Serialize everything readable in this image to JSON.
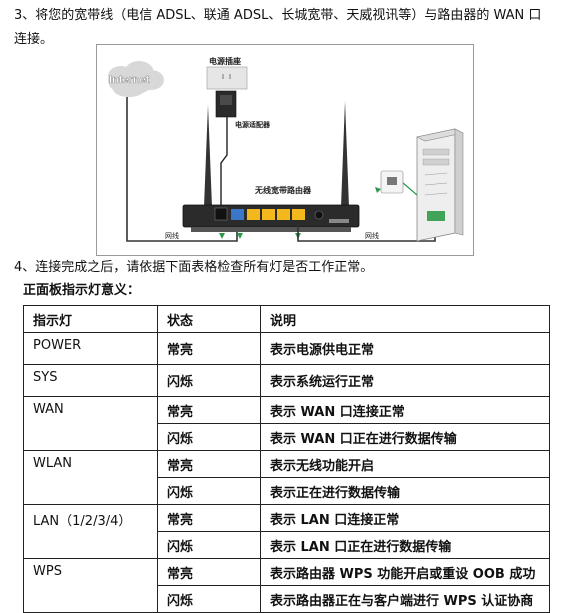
{
  "step3": "3、将您的宽带线（电信 ADSL、联通 ADSL、长城宽带、天威视讯等）与路由器的 WAN 口连接。",
  "figure": {
    "internet": "Internet",
    "power_socket": "电源插座",
    "power_adapter": "电源适配器",
    "router": "无线宽带路由器",
    "cable_left": "网线",
    "cable_right": "网线"
  },
  "step4": "4、连接完成之后，请依据下面表格检查所有灯是否工作正常。",
  "table": {
    "title": "正面板指示灯意义：",
    "headers": [
      "指示灯",
      "状态",
      "说明"
    ],
    "rows": [
      {
        "indicator": "POWER",
        "states": [
          {
            "state": "常亮",
            "desc": "表示电源供电正常"
          }
        ]
      },
      {
        "indicator": "SYS",
        "states": [
          {
            "state": "闪烁",
            "desc": "表示系统运行正常"
          }
        ]
      },
      {
        "indicator": "WAN",
        "states": [
          {
            "state": "常亮",
            "desc": "表示 WAN 口连接正常"
          },
          {
            "state": "闪烁",
            "desc": "表示 WAN 口正在进行数据传输"
          }
        ]
      },
      {
        "indicator": "WLAN",
        "states": [
          {
            "state": "常亮",
            "desc": "表示无线功能开启"
          },
          {
            "state": "闪烁",
            "desc": "表示正在进行数据传输"
          }
        ]
      },
      {
        "indicator": "LAN（1/2/3/4）",
        "states": [
          {
            "state": "常亮",
            "desc": "表示 LAN 口连接正常"
          },
          {
            "state": "闪烁",
            "desc": "表示 LAN 口正在进行数据传输"
          }
        ]
      },
      {
        "indicator": "WPS",
        "states": [
          {
            "state": "常亮",
            "desc": "表示路由器 WPS 功能开启或重设 OOB 成功"
          },
          {
            "state": "闪烁",
            "desc": "表示路由器正在与客户端进行 WPS 认证协商"
          }
        ]
      }
    ]
  }
}
